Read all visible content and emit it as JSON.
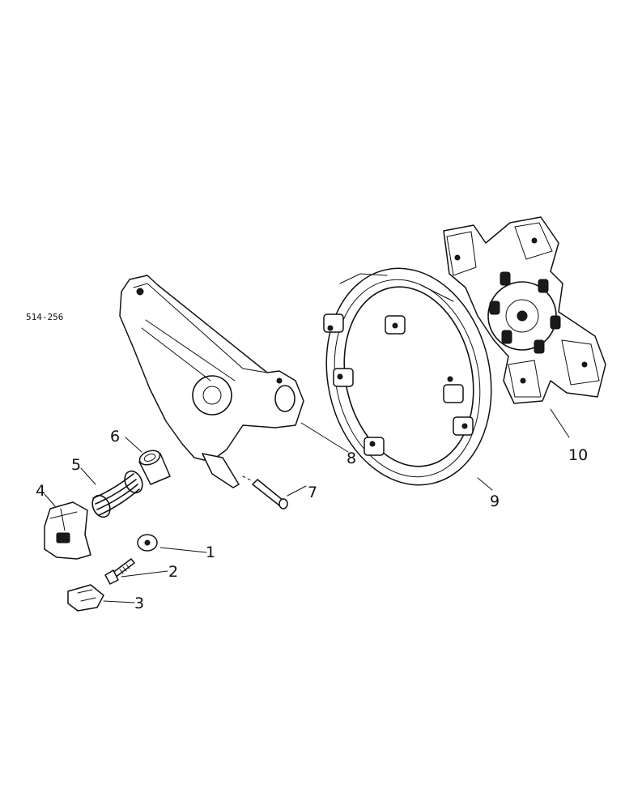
{
  "drawing_code": "514-256",
  "callouts": [
    "1",
    "2",
    "3",
    "4",
    "5",
    "6",
    "7",
    "8",
    "9",
    "10"
  ]
}
